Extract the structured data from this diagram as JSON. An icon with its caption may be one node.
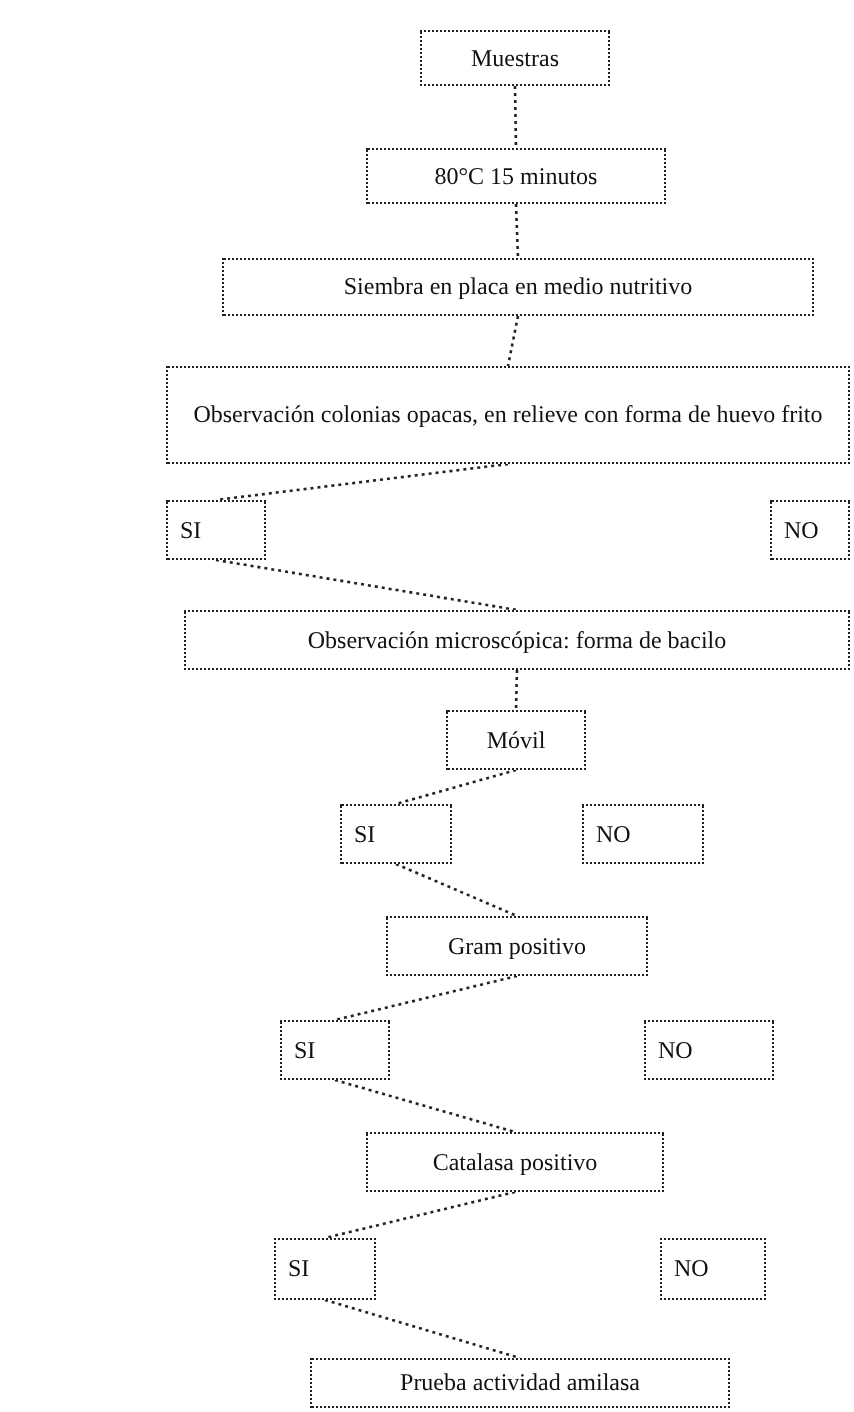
{
  "diagram": {
    "nodes": [
      {
        "text": [
          "Muestras"
        ]
      },
      {
        "text": [
          "80°C 15 minutos"
        ]
      },
      {
        "text": [
          "Siembra en placa en medio nutritivo"
        ]
      },
      {
        "text": [
          "Observación colonias opacas, en relieve con forma de huevo frito"
        ]
      },
      {
        "text": [
          "SI"
        ]
      },
      {
        "text": [
          "NO"
        ]
      },
      {
        "text": [
          "Observación microscópica: forma de bacilo"
        ]
      },
      {
        "text": [
          "Móvil"
        ]
      },
      {
        "text": [
          "SI"
        ]
      },
      {
        "text": [
          "NO"
        ]
      },
      {
        "text": [
          "Gram positivo"
        ]
      },
      {
        "text": [
          "SI"
        ]
      },
      {
        "text": [
          "NO"
        ]
      },
      {
        "text": [
          "Catalasa positivo"
        ]
      },
      {
        "text": [
          "SI"
        ]
      },
      {
        "text": [
          "NO"
        ]
      },
      {
        "text": [
          "Prueba actividad amilasa"
        ]
      }
    ],
    "edges": [
      {
        "from": 0,
        "to": 1,
        "arrow": "none"
      },
      {
        "from": 1,
        "to": 2,
        "arrow": "none"
      },
      {
        "from": 2,
        "to": 3,
        "arrow": "none"
      },
      {
        "from": 3,
        "to": 4,
        "arrow": "none"
      },
      {
        "from": 4,
        "to": 6,
        "arrow": "none"
      },
      {
        "from": 6,
        "to": 7,
        "arrow": "none"
      },
      {
        "from": 7,
        "to": 8,
        "arrow": "none"
      },
      {
        "from": 8,
        "to": 10,
        "arrow": "none"
      },
      {
        "from": 10,
        "to": 11,
        "arrow": "none"
      },
      {
        "from": 11,
        "to": 13,
        "arrow": "none"
      },
      {
        "from": 13,
        "to": 14,
        "arrow": "none"
      },
      {
        "from": 14,
        "to": 16,
        "arrow": "none"
      }
    ]
  }
}
